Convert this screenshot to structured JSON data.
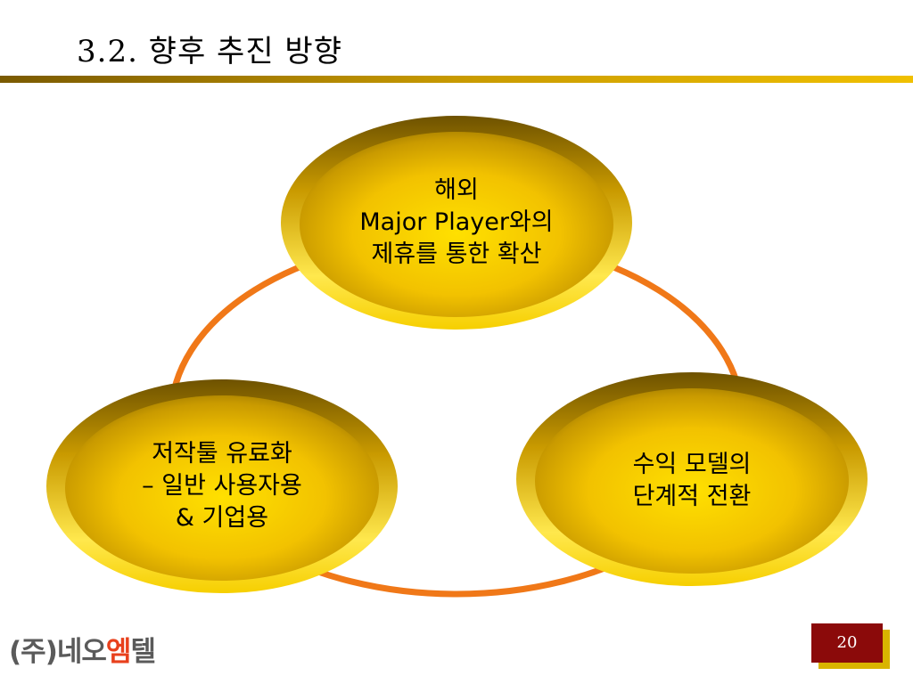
{
  "slide": {
    "title": "3.2. 향후 추진 방향",
    "page_number": "20"
  },
  "colors": {
    "title_rule_dark": "#7a5a00",
    "title_rule_light": "#e8b800",
    "ellipse_gold_light": "#ffe44d",
    "ellipse_gold": "#f2c200",
    "ellipse_gold_dark": "#8a6a00",
    "cycle_ring": "#f07818",
    "logo_gray": "#5a5a5a",
    "logo_accent": "#e8401c",
    "page_badge": "#8b0a0a",
    "page_badge_shadow": "#d9b400"
  },
  "nodes": {
    "top": {
      "line1": "해외",
      "line2": "Major Player와의",
      "line3": "제휴를 통한 확산"
    },
    "left": {
      "line1": "저작툴 유료화",
      "line2": "– 일반 사용자용",
      "line3": "& 기업용"
    },
    "right": {
      "line1": "수익 모델의",
      "line2": "단계적 전환"
    }
  },
  "logo": {
    "part1": "(주)네오",
    "part2": "엠",
    "part3": "텔"
  }
}
